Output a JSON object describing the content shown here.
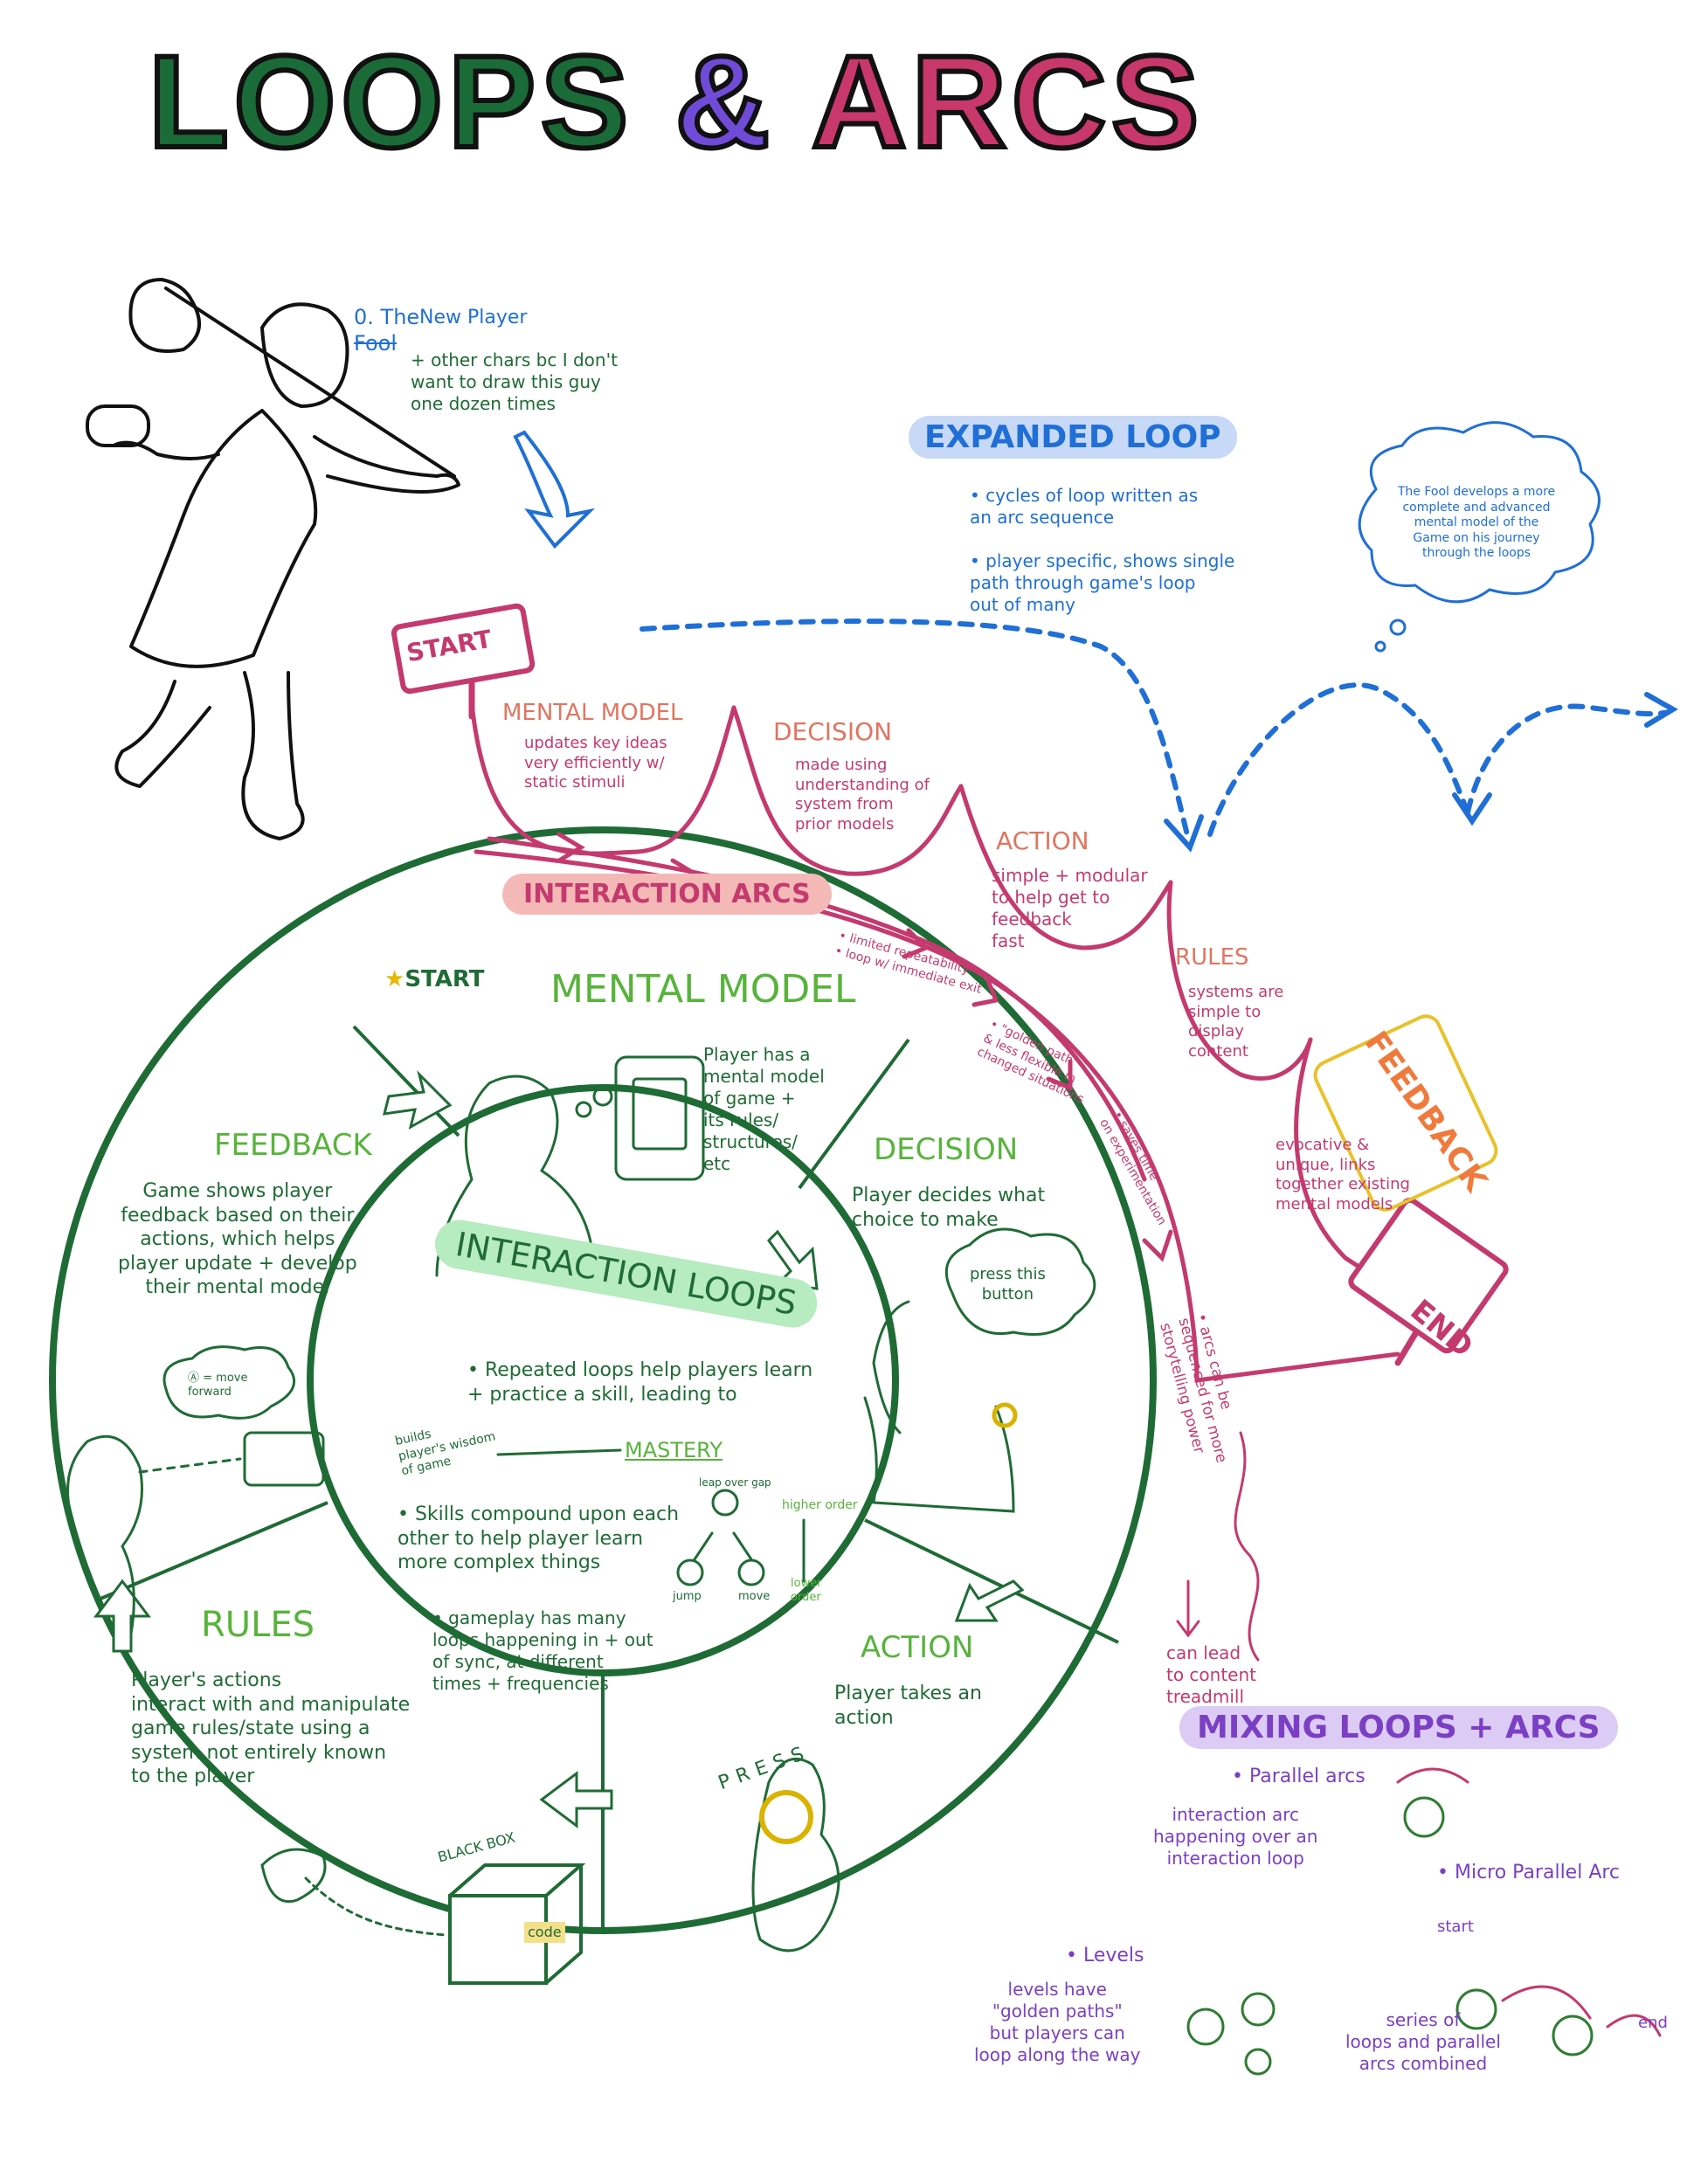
{
  "title": {
    "loops": "LOOPS",
    "amp": "&",
    "arcs": "ARCS"
  },
  "fool": {
    "label_prefix": "0. The",
    "struck": "Fool",
    "label_new": "New Player",
    "note": "+ other chars bc I don't\nwant to draw this guy\none dozen times"
  },
  "expanded_loop": {
    "heading": "EXPANDED LOOP",
    "bullet1": "• cycles of loop written as\nan arc sequence",
    "bullet2": "• player specific, shows single\npath through game's loop\nout of many",
    "thought": "The Fool develops a more\ncomplete and advanced\nmental model of the\nGame on his journey\nthrough the loops"
  },
  "arc": {
    "start_sign": "START",
    "end_sign": "END",
    "heading": "INTERACTION ARCS",
    "mental_model_title": "MENTAL MODEL",
    "mental_model_text": "updates key ideas\nvery efficiently w/\nstatic stimuli",
    "decision_title": "DECISION",
    "decision_text": "made using\nunderstanding of\nsystem from\nprior models",
    "action_title": "ACTION",
    "action_text": "simple + modular\nto help get to\nfeedback\nfast",
    "rules_title": "RULES",
    "rules_text": "systems are\nsimple to\ndisplay\ncontent",
    "feedback_title": "FEEDBACK",
    "feedback_text": "evocative &\nunique, links\ntogether existing\nmental models",
    "note_limited": "• limited repeatability\n• loop w/ immediate exit",
    "note_golden": "• \"golden path\"\n& less flexible in\nchanged situations",
    "note_saves": "• saves time\non experimentation",
    "note_sequenced": "• arcs can be\nsequenced for more\nstorytelling power",
    "note_treadmill": "can lead\nto content\ntreadmill"
  },
  "wheel": {
    "start_label": "START",
    "mental_model_title": "MENTAL MODEL",
    "mental_model_text": "Player has a\nmental model\nof game +\nits rules/\nstructures/\netc",
    "decision_title": "DECISION",
    "decision_text": "Player decides what\nchoice to make",
    "press_bubble": "press this\nbutton",
    "action_title": "ACTION",
    "action_text": "Player takes an\naction",
    "press_letters": "PRESS",
    "rules_title": "RULES",
    "rules_text": "Player's actions\ninteract with and manipulate\ngame rules/state using a\nsystem not entirely known\nto the player",
    "black_box": "BLACK BOX",
    "code": "code",
    "feedback_title": "FEEDBACK",
    "feedback_text": "Game shows player\nfeedback based on their\nactions, which helps\nplayer update + develop\ntheir mental model",
    "feedback_bubble": "Ⓐ = move\nforward"
  },
  "core": {
    "heading": "INTERACTION LOOPS",
    "bullet1": "• Repeated loops help players learn\n+ practice a skill, leading to",
    "mastery": "MASTERY",
    "builds": "builds\nplayer's wisdom\nof game",
    "bullet2": "• Skills compound upon each\nother to help player learn\nmore complex things",
    "bullet3": "• gameplay has many\nloops happening in + out\nof sync, at different\ntimes + frequencies",
    "leap_over_gap": "leap over gap",
    "jump": "jump",
    "move": "move",
    "higher_order": "higher order",
    "lower_order": "lower\norder"
  },
  "mixing": {
    "heading": "MIXING LOOPS + ARCS",
    "parallel_title": "• Parallel arcs",
    "parallel_text": "interaction arc\nhappening over an\ninteraction loop",
    "micro_title": "• Micro Parallel Arc",
    "levels_title": "• Levels",
    "levels_text": "levels have\n\"golden paths\"\nbut players can\nloop along the way",
    "start": "start",
    "end": "end",
    "series_text": "series of\nloops and parallel\narcs combined"
  },
  "colors": {
    "wheel": "#1f6b35",
    "arc": "#c43a6e",
    "expanded": "#1f6fd6",
    "mixing": "#7b3fc4",
    "feedback_box": "#e8c22b"
  }
}
